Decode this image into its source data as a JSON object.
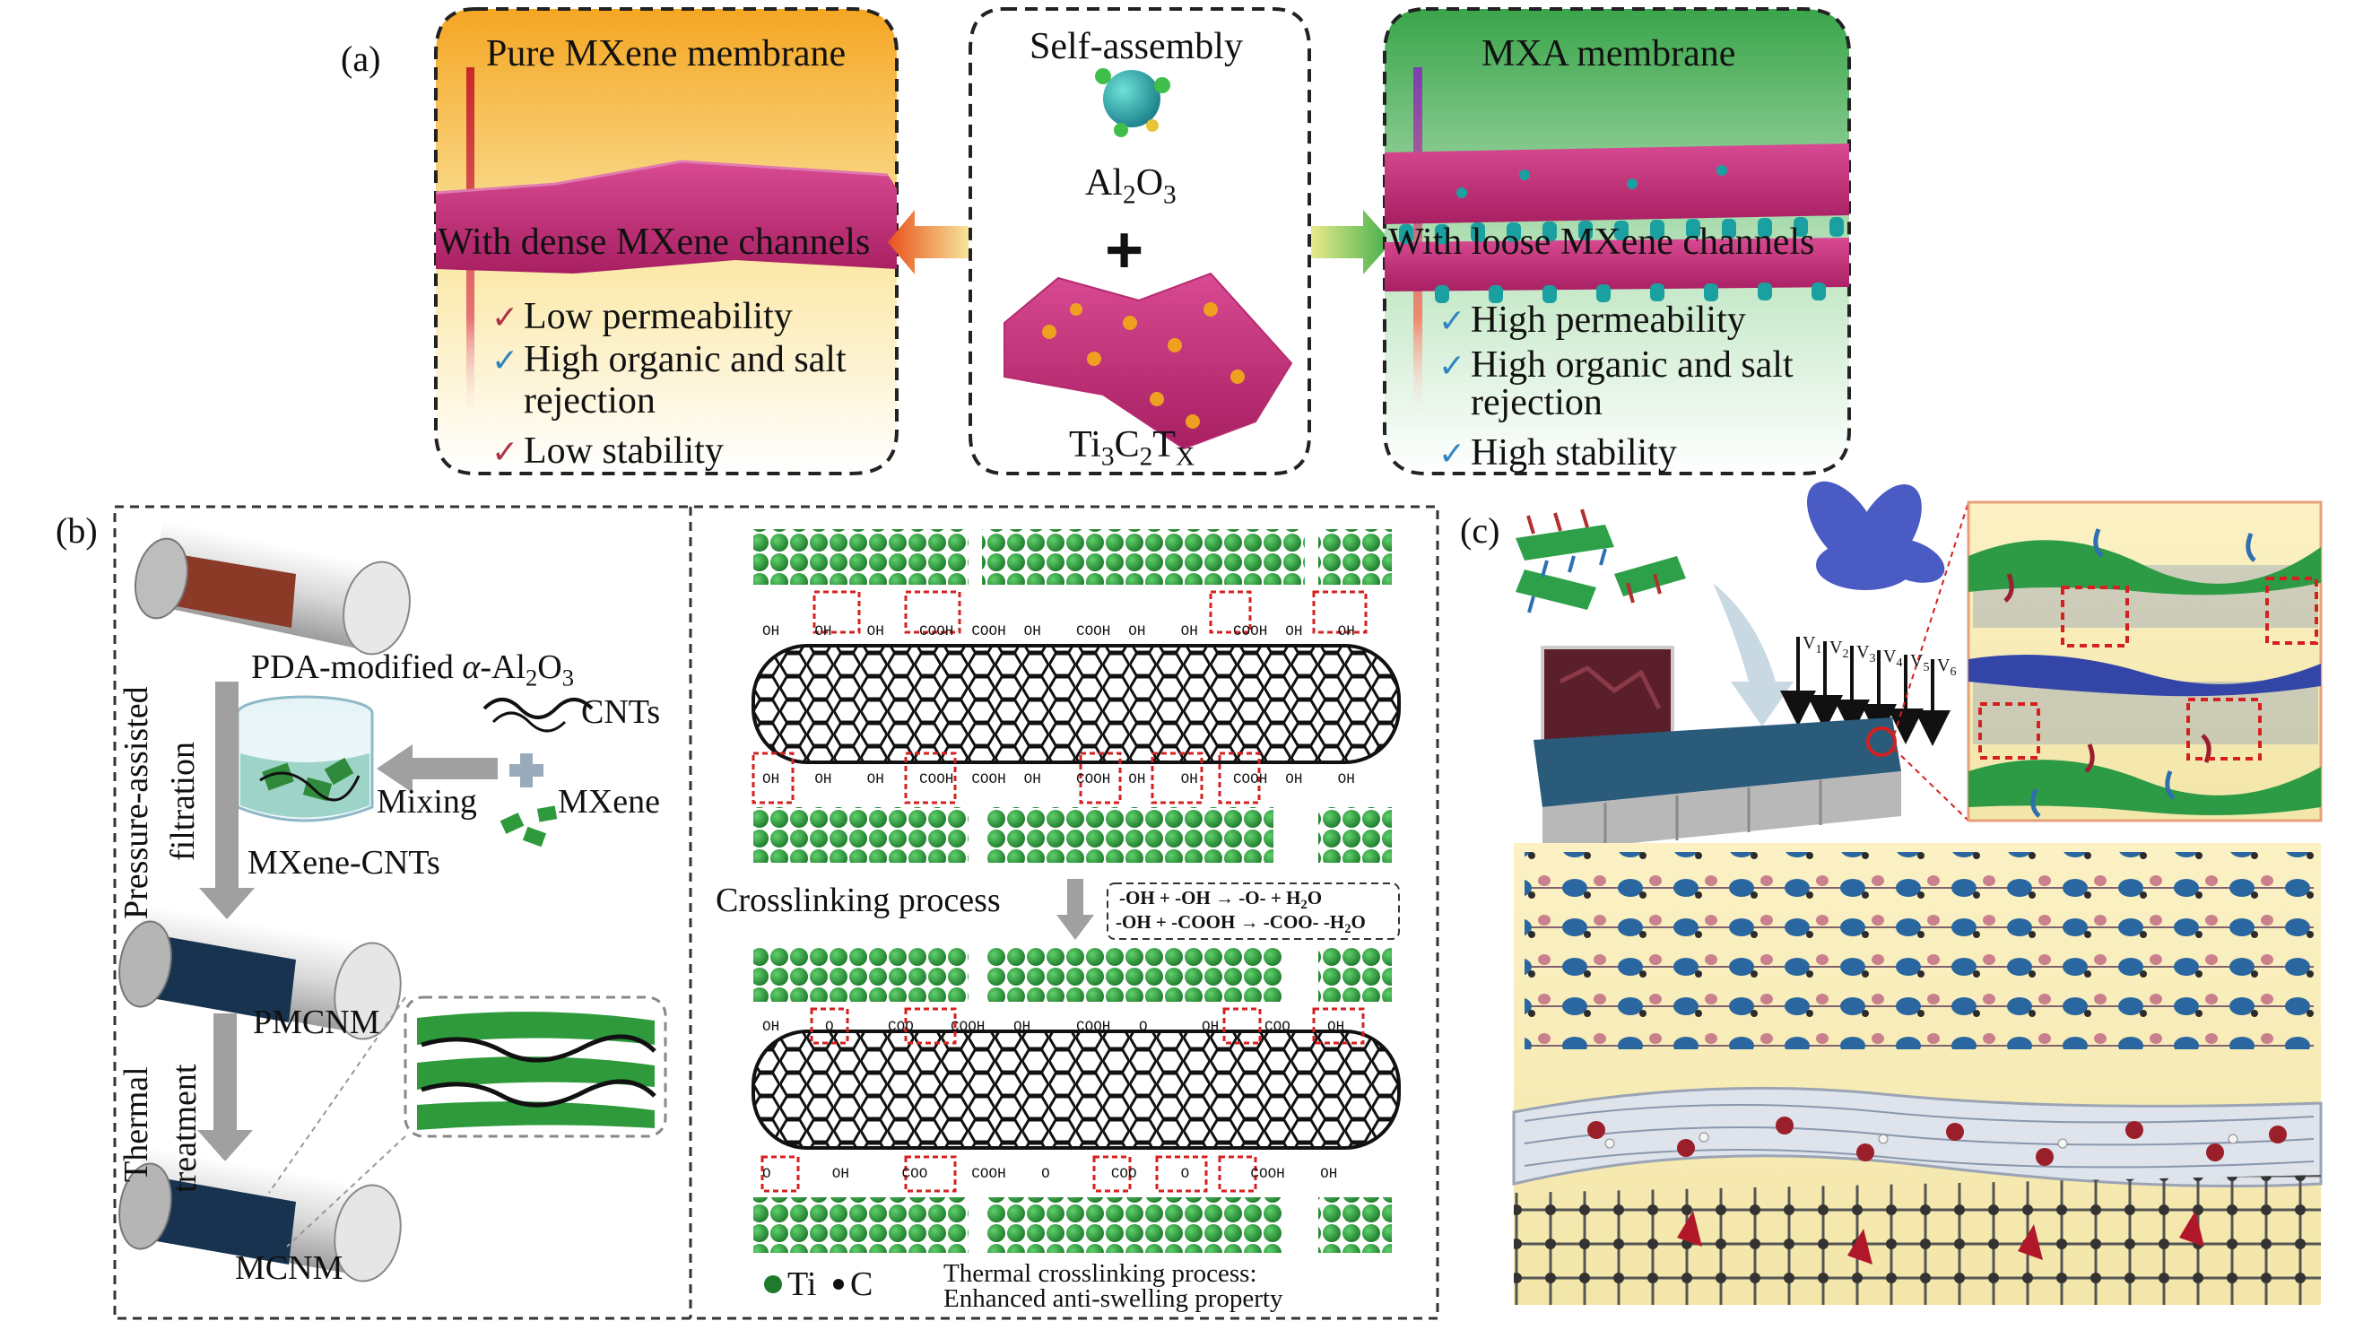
{
  "panel_a": {
    "letter": "(a)",
    "left_box": {
      "title": "Pure MXene membrane",
      "channel": "With dense MXene channels",
      "items": [
        {
          "text": "Low permeability",
          "mark_color": "#b03045"
        },
        {
          "text": "High organic and salt",
          "mark_color": "#2e86c1"
        },
        {
          "text": "rejection",
          "mark_color": ""
        },
        {
          "text": "Low stability",
          "mark_color": "#b03045"
        }
      ]
    },
    "center_box": {
      "title": "Self-assembly",
      "al_base": "Al",
      "al_sub1": "2",
      "al_mid": "O",
      "al_sub2": "3",
      "plus": "+",
      "ti_base": "Ti",
      "ti_sub1": "3",
      "ti_c": "C",
      "ti_sub2": "2",
      "ti_t": "T",
      "ti_sub3": "X"
    },
    "right_box": {
      "title": "MXA membrane",
      "channel": "With loose MXene channels",
      "items": [
        {
          "text": "High permeability",
          "mark_color": "#2e86c1"
        },
        {
          "text": "High organic and salt",
          "mark_color": "#2e86c1"
        },
        {
          "text": "rejection",
          "mark_color": ""
        },
        {
          "text": "High stability",
          "mark_color": "#2e86c1"
        }
      ]
    }
  },
  "panel_b": {
    "letter": "(b)",
    "pda": "PDA-modified ",
    "pda_alpha": "α",
    "pda_rest": "-Al",
    "pda_sub1": "2",
    "pda_o": "O",
    "pda_sub2": "3",
    "cnts": "CNTs",
    "mixing": "Mixing",
    "mxene": "MXene",
    "mxene_cnts": "MXene-CNTs",
    "pressure_1": "Pressure-assisted",
    "pressure_2": "filtration",
    "pmcnm": "PMCNM",
    "thermal_1": "Thermal",
    "thermal_2": "treatment",
    "mcnm": "MCNM",
    "crosslinking": "Crosslinking process",
    "eq1": "-OH + -OH → -O- + H",
    "eq1_sub": "2",
    "eq1_end": "O",
    "eq2": "-OH + -COOH → -COO- -H",
    "eq2_sub": "2",
    "eq2_end": "O",
    "legend_ti": "Ti",
    "legend_c": "C",
    "caption_1": "Thermal crosslinking process:",
    "caption_2": "Enhanced anti-swelling property",
    "top_groups": [
      "OH",
      "OH",
      "OH",
      "COOH",
      "COOH",
      "OH",
      "COOH",
      "OH",
      "OH",
      "COOH",
      "OH",
      "OH"
    ],
    "mid_groups": [
      "OH",
      "OH",
      "OH",
      "COOH",
      "COOH",
      "OH",
      "COOH",
      "OH",
      "OH",
      "COOH",
      "OH",
      "OH"
    ],
    "top_x_groups": [
      "OH",
      "O",
      "COO",
      "COOH",
      "OH",
      "COOH",
      "O",
      "OH",
      "COO",
      "OH"
    ],
    "bot_x_groups": [
      "O",
      "OH",
      "COO",
      "COOH",
      "O",
      "COO",
      "O",
      "COOH",
      "OH"
    ]
  },
  "panel_c": {
    "letter": "(c)",
    "arrow_labels": [
      "V",
      "V",
      "V",
      "V",
      "V",
      "V"
    ],
    "arrow_subs": [
      "1",
      "2",
      "3",
      "4",
      "5",
      "6"
    ]
  },
  "colors": {
    "mxene_magenta": "#c8307a",
    "mxene_green": "#2a8a3a",
    "cnt_black": "#111111",
    "dashed": "#222222",
    "gray_arrow": "#9a9a9a",
    "red_box": "#d62020"
  }
}
